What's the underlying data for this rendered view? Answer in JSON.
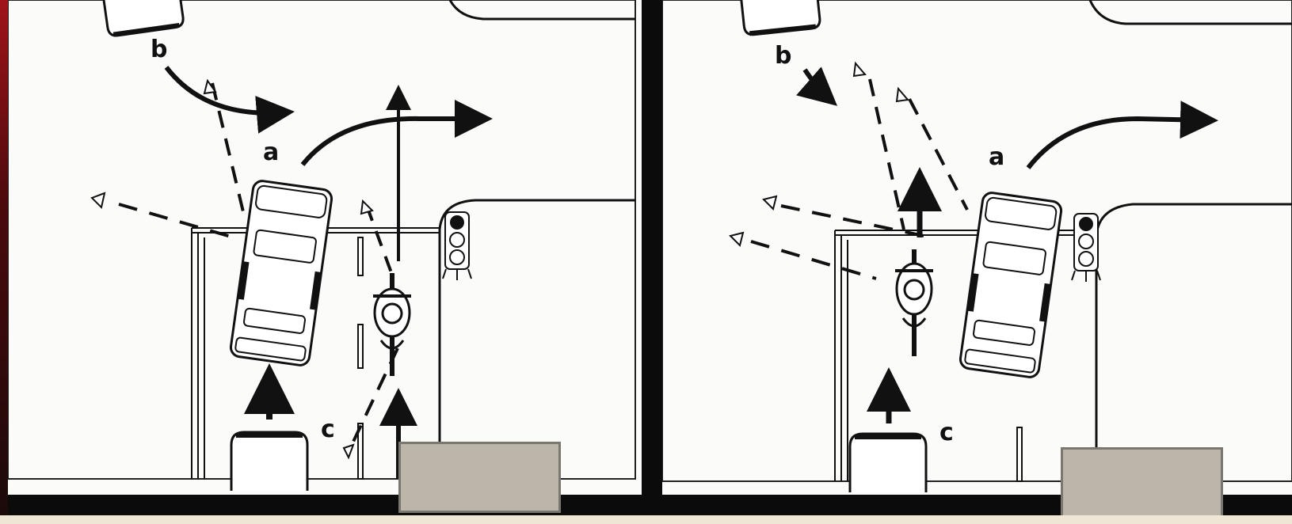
{
  "panels": [
    {
      "id": "left",
      "labels": {
        "a": "a",
        "b": "b",
        "c": "c"
      }
    },
    {
      "id": "right",
      "labels": {
        "a": "a",
        "b": "b",
        "c": "c"
      }
    }
  ],
  "colors": {
    "ink": "#111111",
    "paper": "#fbfbfa",
    "caption_box": "#bcb6aa",
    "background": "#0b0b0b",
    "accent_edge": "#a0141a"
  }
}
